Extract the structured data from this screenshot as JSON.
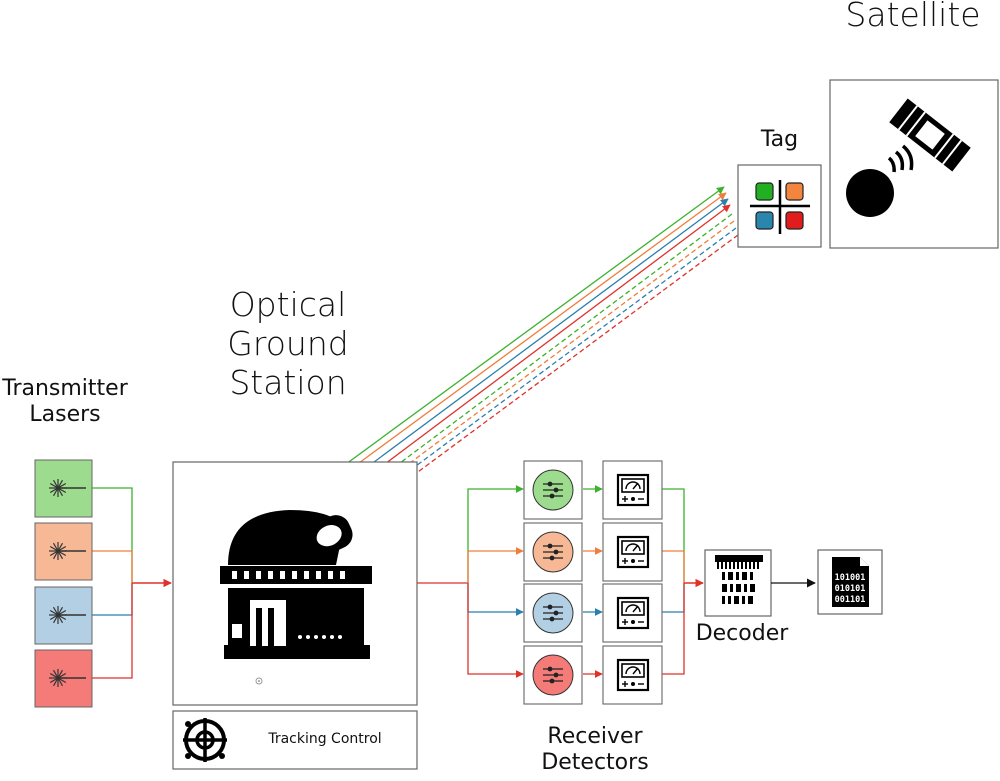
{
  "labels": {
    "satellite": "Satellite",
    "tag": "Tag",
    "ogs_line1": "Optical",
    "ogs_line2": "Ground",
    "ogs_line3": "Station",
    "tx_line1": "Transmitter",
    "tx_line2": "Lasers",
    "tracking": "Tracking Control",
    "decoder": "Decoder",
    "rx_line1": "Receiver",
    "rx_line2": "Detectors"
  },
  "binary_file_text": [
    "101001",
    "010101",
    "001101"
  ],
  "channels": [
    {
      "color": "#3cb22e",
      "fill": "#9ddc8e",
      "tag_fill": "#22b022"
    },
    {
      "color": "#f07d3b",
      "fill": "#f7b895",
      "tag_fill": "#f3853e"
    },
    {
      "color": "#2a7fad",
      "fill": "#b3cfe3",
      "tag_fill": "#2a86ad"
    },
    {
      "color": "#e0322a",
      "fill": "#f47b77",
      "tag_fill": "#e11c1c"
    }
  ],
  "icons": {
    "laser": "laser-burst-icon",
    "observatory": "observatory-dome-icon",
    "tracking": "crosshair-target-icon",
    "detector": "equalizer-sliders-icon",
    "meter": "analog-meter-icon",
    "decoder": "binary-decoder-icon",
    "file": "binary-file-icon",
    "satellite": "satellite-icon",
    "tag": "color-tag-icon"
  }
}
